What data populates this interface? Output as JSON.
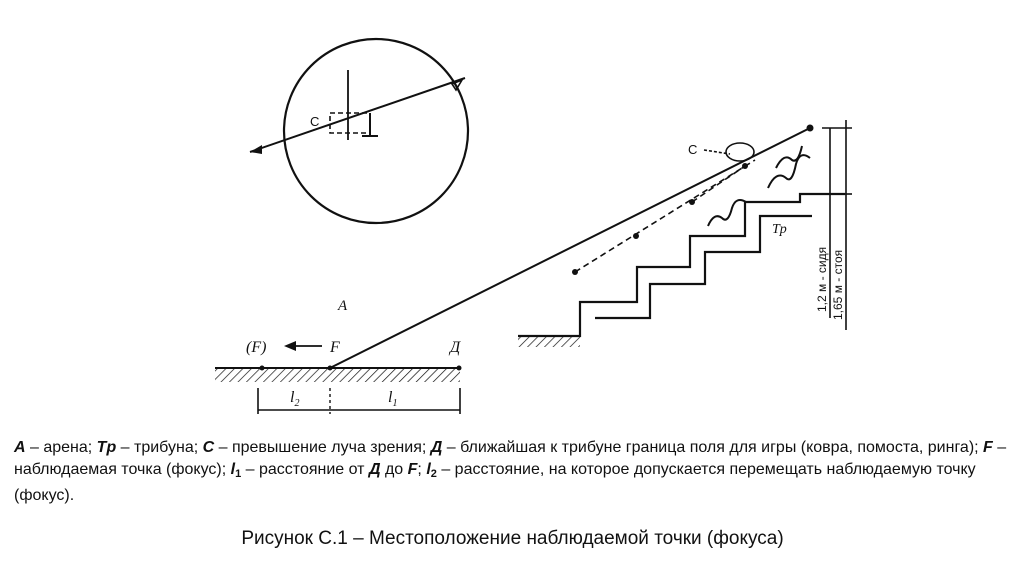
{
  "figure": {
    "labels": {
      "A": "A",
      "F": "F",
      "F_paren": "(F)",
      "D": "Д",
      "C_top": "C",
      "C_right": "C",
      "Tp": "Tp",
      "l1": "l1",
      "l2": "l2",
      "sit": "1,2 м - сидя",
      "stand": "1,65 м - стоя"
    }
  },
  "legend": {
    "A_key": "A",
    "A_text": " – арена; ",
    "Tp_key": "Tp",
    "Tp_text": " – трибуна; ",
    "C_key": "C",
    "C_text": " – превышение луча зрения; ",
    "D_key": "Д",
    "D_text": " – ближайшая к трибуне граница поля для игры (ковра, помоста, ринга); ",
    "F_key": "F",
    "F_text": " – наблюдаемая точка (фокус); ",
    "l1_key": "l",
    "l1_sub": "1",
    "l1_text": " – расстояние от ",
    "l1_D": "Д",
    "l1_to": " до ",
    "l1_F": "F",
    "l1_end": "; ",
    "l2_key": "l",
    "l2_sub": "2",
    "l2_text": " – расстояние, на которое допускается перемещать наблюдаемую точку (фокус)."
  },
  "caption": "Рисунок С.1 – Местоположение наблюдаемой точки (фокуса)"
}
